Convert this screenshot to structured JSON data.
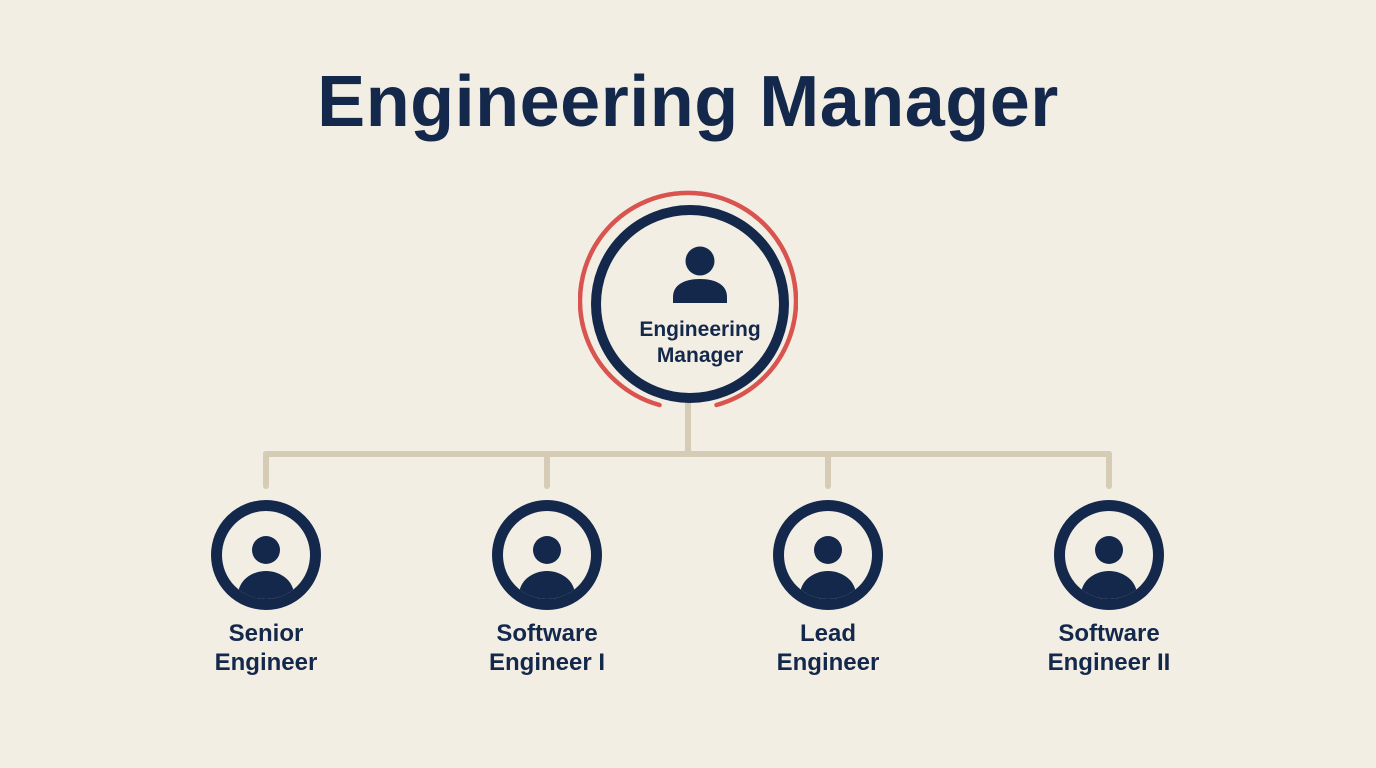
{
  "title": "Engineering Manager",
  "colors": {
    "background": "#F3EEE4",
    "navy": "#14284B",
    "accent_ring": "#D9534F",
    "connector": "#D6CBB4"
  },
  "root": {
    "icon": "person-icon",
    "label_line1": "Engineering",
    "label_line2": "Manager"
  },
  "reports": [
    {
      "icon": "person-icon",
      "label_line1": "Senior",
      "label_line2": "Engineer"
    },
    {
      "icon": "person-icon",
      "label_line1": "Software",
      "label_line2": "Engineer I"
    },
    {
      "icon": "person-icon",
      "label_line1": "Lead",
      "label_line2": "Engineer"
    },
    {
      "icon": "person-icon",
      "label_line1": "Software",
      "label_line2": "Engineer II"
    }
  ]
}
